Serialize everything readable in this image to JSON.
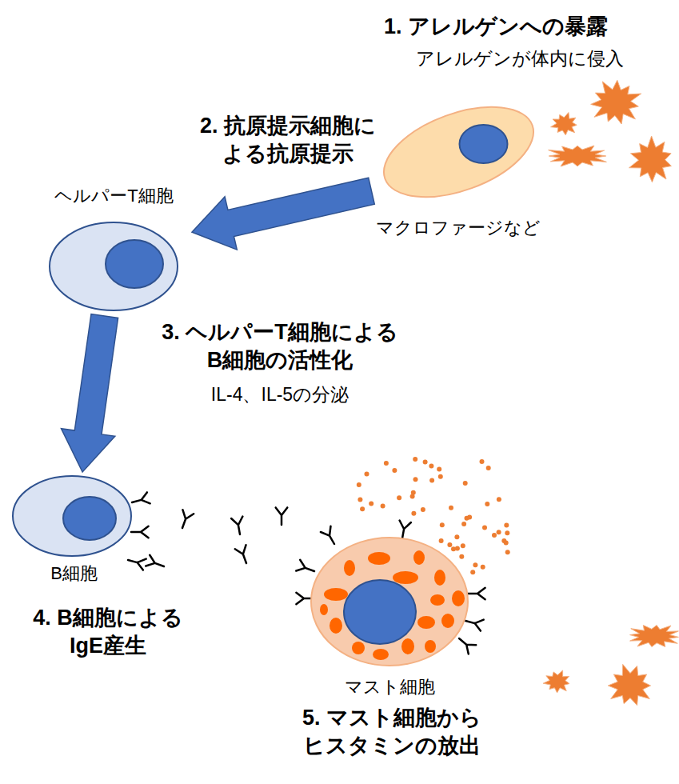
{
  "diagram": {
    "nodes": [
      {
        "text": [
          "マクロファージなど"
        ]
      },
      {
        "text": [
          "ヘルパーT細胞"
        ]
      },
      {
        "text": [
          "B細胞"
        ]
      },
      {
        "text": [
          "マスト細胞"
        ]
      }
    ],
    "edges": [
      {
        "from": 0,
        "to": 1,
        "arrow": "to",
        "label": "2. 抗原提示細胞に よる抗原提示"
      },
      {
        "from": 1,
        "to": 2,
        "arrow": "to",
        "label": "3. ヘルパーT細胞による B細胞の活性化"
      }
    ],
    "labels": [
      "1. アレルゲンへの暴露",
      "アレルゲンが体内に侵入",
      "IL-4、IL-5の分泌",
      "4. B細胞による IgE産生",
      "5. マスト細胞から ヒスタミンの放出"
    ]
  }
}
